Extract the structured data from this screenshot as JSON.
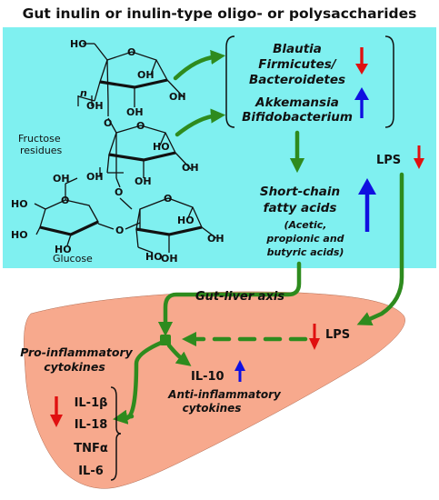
{
  "title": "Gut inulin or inulin-type oligo- or polysaccharides",
  "chemistry": {
    "ho": "HO",
    "oh": "OH",
    "o": "O",
    "n": "n",
    "fructose_label_line1": "Fructose",
    "fructose_label_line2": "residues",
    "glucose_label": "Glucose"
  },
  "bacteria": {
    "decreased_1": "Blautia",
    "decreased_2": "Firmicutes/",
    "decreased_3": "Bacteroidetes",
    "increased_1": "Akkemansia",
    "increased_2": "Bifidobacterium"
  },
  "scfa": {
    "line1": "Short-chain",
    "line2": "fatty acids",
    "sub1": "(Acetic,",
    "sub2": "propionic and",
    "sub3": "butyric acids)"
  },
  "lps_gut": "LPS",
  "lps_liver": "LPS",
  "axis_label": "Gut-liver axis",
  "pro_inflammatory": {
    "line1": "Pro-inflammatory",
    "line2": "cytokines",
    "items": [
      "IL-1β",
      "IL-18",
      "TNFα",
      "IL-6"
    ]
  },
  "anti_inflammatory": {
    "item": "IL-10",
    "line1": "Anti-inflammatory",
    "line2": "cytokines"
  },
  "colors": {
    "gut_panel": "#7ff0f0",
    "liver": "#f7a98d",
    "flow_arrow": "#2e8b1e",
    "decrease_arrow": "#e01010",
    "increase_arrow": "#1010e0"
  }
}
